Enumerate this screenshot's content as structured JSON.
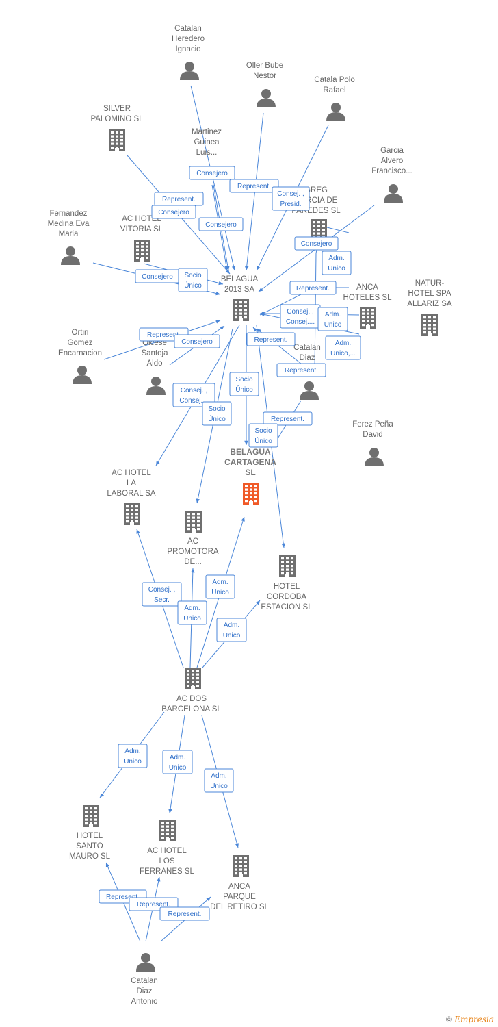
{
  "colors": {
    "edge": "#4a86d8",
    "node": "#6f6f6f",
    "focus": "#f05a28"
  },
  "footer": {
    "copyright": "©",
    "brand": "Empresia"
  },
  "nodes": [
    {
      "id": "catalan_heredero",
      "type": "person",
      "label": [
        "Catalan",
        "Heredero",
        "Ignacio"
      ]
    },
    {
      "id": "oller_bube",
      "type": "person",
      "label": [
        "Oller Bube",
        "Nestor"
      ]
    },
    {
      "id": "catala_polo",
      "type": "person",
      "label": [
        "Catala Polo",
        "Rafael"
      ]
    },
    {
      "id": "silver_palomino",
      "type": "company",
      "label": [
        "SILVER",
        "PALOMINO SL"
      ]
    },
    {
      "id": "martinez_guinea",
      "type": "person",
      "label": [
        "Martinez",
        "Guinea",
        "Luis..."
      ]
    },
    {
      "id": "garcia_alvero",
      "type": "person",
      "label": [
        "Garcia",
        "Alvero",
        "Francisco..."
      ]
    },
    {
      "id": "ac_hotel_vitoria",
      "type": "company",
      "label": [
        "AC HOTEL",
        "VITORIA SL"
      ]
    },
    {
      "id": "greg_paredes",
      "type": "company",
      "label": [
        "GREG",
        "GARCIA DE",
        "PAREDES SL"
      ]
    },
    {
      "id": "fernandez_medina",
      "type": "person",
      "label": [
        "Fernandez",
        "Medina Eva",
        "Maria"
      ]
    },
    {
      "id": "belagua_2013",
      "type": "company",
      "label": [
        "BELAGUA",
        "2013 SA"
      ]
    },
    {
      "id": "anca_hoteles",
      "type": "company",
      "label": [
        "ANCA",
        "HOTELES SL"
      ]
    },
    {
      "id": "natur_hotel",
      "type": "company",
      "label": [
        "NATUR-",
        "HOTEL SPA",
        "ALLARIZ SA"
      ]
    },
    {
      "id": "ortin_gomez",
      "type": "person",
      "label": [
        "Ortin",
        "Gomez",
        "Encarnacion"
      ]
    },
    {
      "id": "olcese_santoja",
      "type": "person",
      "label": [
        "Olcese",
        "Santoja",
        "Aldo"
      ]
    },
    {
      "id": "catalan_diaz_top",
      "type": "person",
      "label": [
        "Catalan",
        "Diaz"
      ]
    },
    {
      "id": "ferez_pena",
      "type": "person",
      "label": [
        "Ferez Peña",
        "David"
      ]
    },
    {
      "id": "belagua_cartagena",
      "type": "focus",
      "label": [
        "BELAGUA",
        "CARTAGENA",
        "SL"
      ]
    },
    {
      "id": "ac_hotel_laboral",
      "type": "company",
      "label": [
        "AC HOTEL",
        "LA",
        "LABORAL SA"
      ]
    },
    {
      "id": "ac_promotora",
      "type": "company",
      "label": [
        "AC",
        "PROMOTORA",
        "DE..."
      ]
    },
    {
      "id": "hotel_cordoba",
      "type": "company",
      "label": [
        "HOTEL",
        "CORDOBA",
        "ESTACION  SL"
      ]
    },
    {
      "id": "ac_dos_barcelona",
      "type": "company",
      "label": [
        "AC DOS",
        "BARCELONA SL"
      ]
    },
    {
      "id": "hotel_santo_mauro",
      "type": "company",
      "label": [
        "HOTEL",
        "SANTO",
        "MAURO SL"
      ]
    },
    {
      "id": "ac_hotel_ferranes",
      "type": "company",
      "label": [
        "AC HOTEL",
        "LOS",
        "FERRANES SL"
      ]
    },
    {
      "id": "anca_parque",
      "type": "company",
      "label": [
        "ANCA",
        "PARQUE",
        "DEL RETIRO SL"
      ]
    },
    {
      "id": "catalan_diaz_antonio",
      "type": "person",
      "label": [
        "Catalan",
        "Diaz",
        "Antonio"
      ]
    }
  ],
  "edges": [
    {
      "label": [
        "Consejero"
      ]
    },
    {
      "label": [
        "Represent."
      ]
    },
    {
      "label": [
        "Consej. ,",
        "Presid."
      ]
    },
    {
      "label": [
        "Represent."
      ]
    },
    {
      "label": [
        "Consejero"
      ]
    },
    {
      "label": [
        "Consejero"
      ]
    },
    {
      "label": [
        "Consejero"
      ]
    },
    {
      "label": [
        "Adm.",
        "Unico"
      ]
    },
    {
      "label": [
        "Consejero"
      ]
    },
    {
      "label": [
        "Socio",
        "Único"
      ]
    },
    {
      "label": [
        "Represent."
      ]
    },
    {
      "label": [
        "Consej. ,",
        "Consej...."
      ]
    },
    {
      "label": [
        "Adm.",
        "Unico"
      ]
    },
    {
      "label": [
        "Represent."
      ]
    },
    {
      "label": [
        "Consejero"
      ]
    },
    {
      "label": [
        "Represent."
      ]
    },
    {
      "label": [
        "Adm.",
        "Unico,..."
      ]
    },
    {
      "label": [
        "Represent."
      ]
    },
    {
      "label": [
        "Consej. ,",
        "Consej...."
      ]
    },
    {
      "label": [
        "Socio",
        "Único"
      ]
    },
    {
      "label": [
        "Socio",
        "Único"
      ]
    },
    {
      "label": [
        "Represent."
      ]
    },
    {
      "label": [
        "Socio",
        "Único"
      ]
    },
    {
      "label": [
        "Consej. ,",
        "Secr."
      ]
    },
    {
      "label": [
        "Adm.",
        "Unico"
      ]
    },
    {
      "label": [
        "Adm.",
        "Unico"
      ]
    },
    {
      "label": [
        "Adm.",
        "Unico"
      ]
    },
    {
      "label": [
        "Adm.",
        "Unico"
      ]
    },
    {
      "label": [
        "Adm.",
        "Unico"
      ]
    },
    {
      "label": [
        "Adm.",
        "Unico"
      ]
    },
    {
      "label": [
        "Represent."
      ]
    },
    {
      "label": [
        "Represent."
      ]
    },
    {
      "label": [
        "Represent."
      ]
    }
  ]
}
